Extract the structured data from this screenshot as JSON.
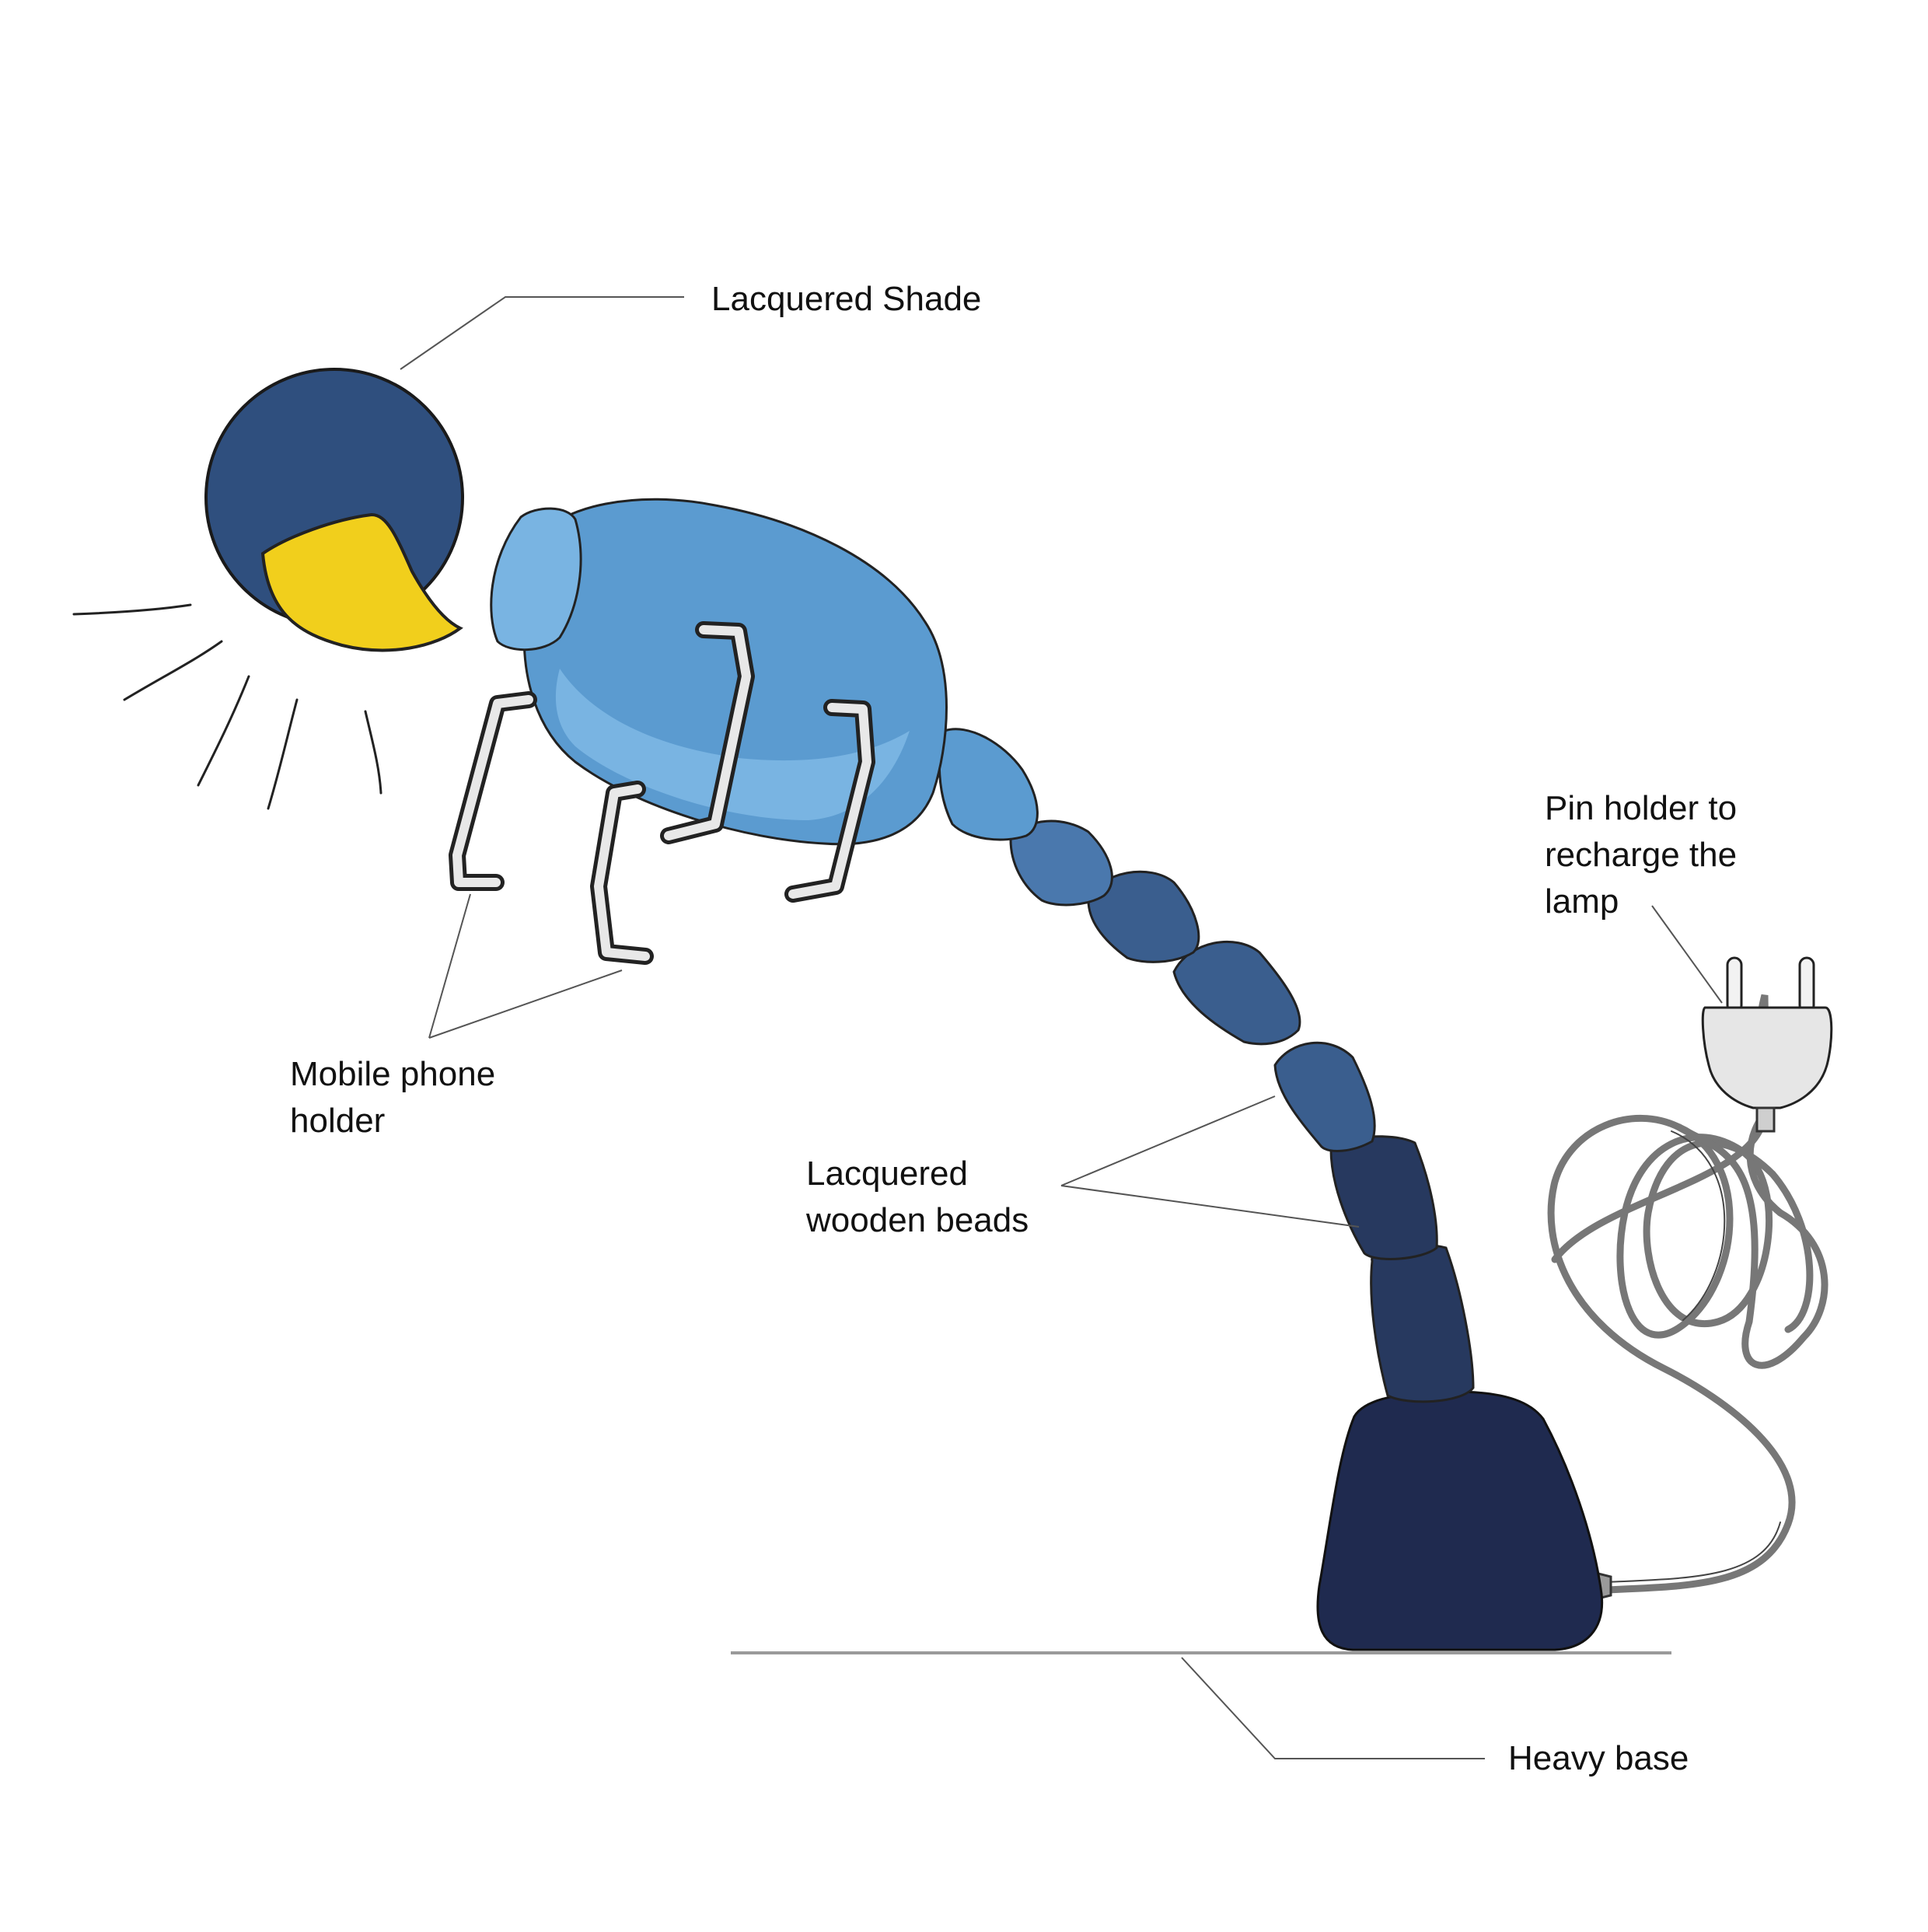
{
  "labels": {
    "shade": {
      "lines": [
        "Lacquered Shade"
      ]
    },
    "phone_holder": {
      "lines": [
        "Mobile phone",
        "holder"
      ]
    },
    "beads": {
      "lines": [
        "Lacquered",
        "wooden beads"
      ]
    },
    "plug": {
      "lines": [
        "Pin holder to",
        "recharge the",
        "lamp"
      ]
    },
    "base": {
      "lines": [
        "Heavy base"
      ]
    }
  },
  "colors": {
    "shade": "#2f4f7e",
    "body": "#5b9bd0",
    "body_light": "#79b4e2",
    "bead_mid": "#3a5e8e",
    "bead_dark": "#27395f",
    "base": "#1f2a4f",
    "bulb": "#f1cf1c",
    "plug": "#e6e6e6",
    "outline": "#1a1a1a",
    "leader": "#555555"
  }
}
